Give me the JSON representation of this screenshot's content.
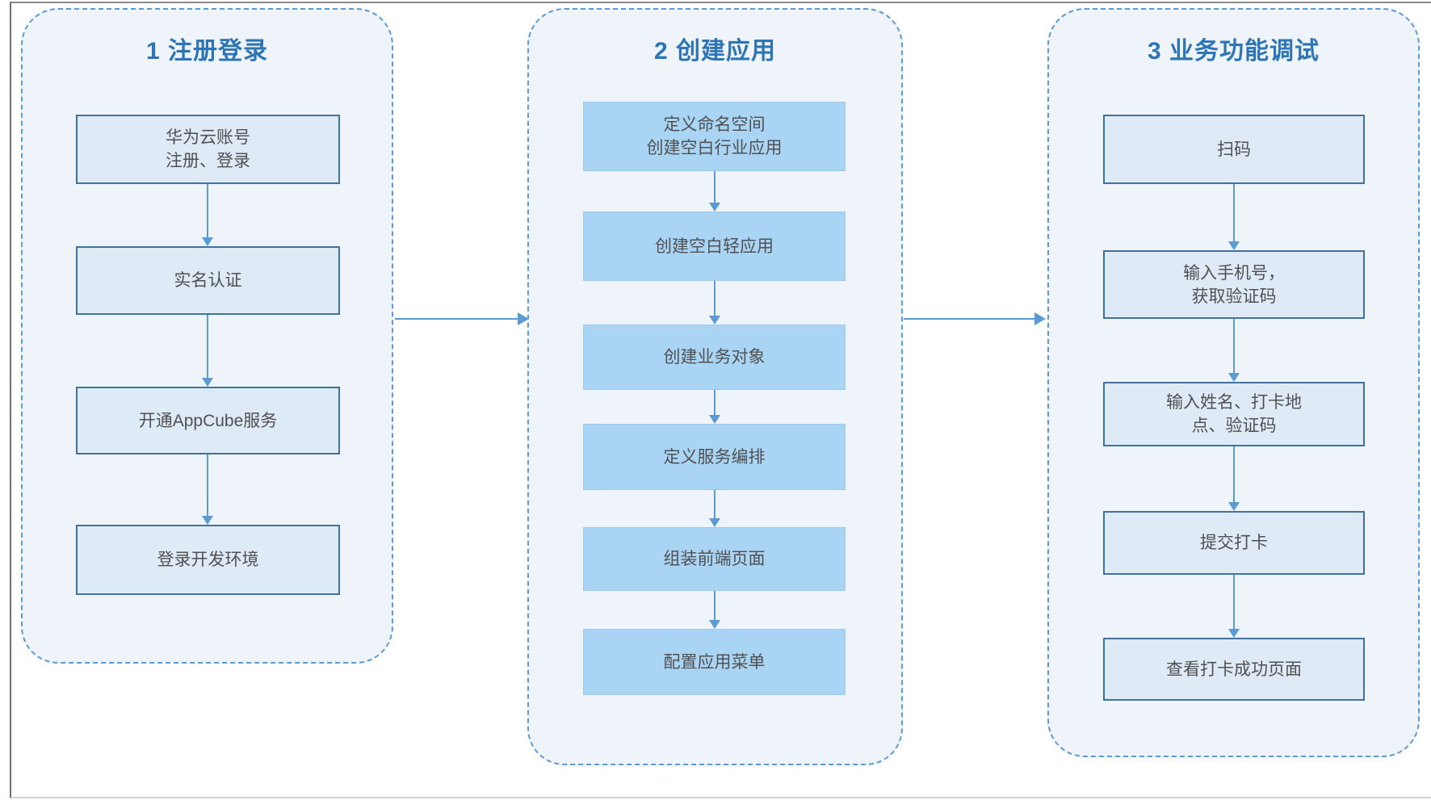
{
  "diagram": {
    "type": "flowchart",
    "phases": [
      {
        "title": "1 注册登录",
        "steps": [
          "华为云账号\n注册、登录",
          "实名认证",
          "开通AppCube服务",
          "登录开发环境"
        ]
      },
      {
        "title": "2 创建应用",
        "steps": [
          "定义命名空间\n创建空白行业应用",
          "创建空白轻应用",
          "创建业务对象",
          "定义服务编排",
          "组装前端页面",
          "配置应用菜单"
        ]
      },
      {
        "title": "3 业务功能调试",
        "steps": [
          "扫码",
          "输入手机号，\n获取验证码",
          "输入姓名、打卡地\n点、验证码",
          "提交打卡",
          "查看打卡成功页面"
        ]
      }
    ],
    "flow": [
      "1 注册登录 → 2 创建应用",
      "2 创建应用 → 3 业务功能调试"
    ],
    "colors": {
      "panel_fill": "#eff4fb",
      "panel_border": "#5b9bd5",
      "box_light_fill": "#deebf7",
      "box_light_border": "#41719c",
      "box_bright_fill": "#a9d4f4",
      "arrow": "#5b9bd5",
      "title_text": "#2e75b6",
      "step_text": "#515151"
    }
  }
}
